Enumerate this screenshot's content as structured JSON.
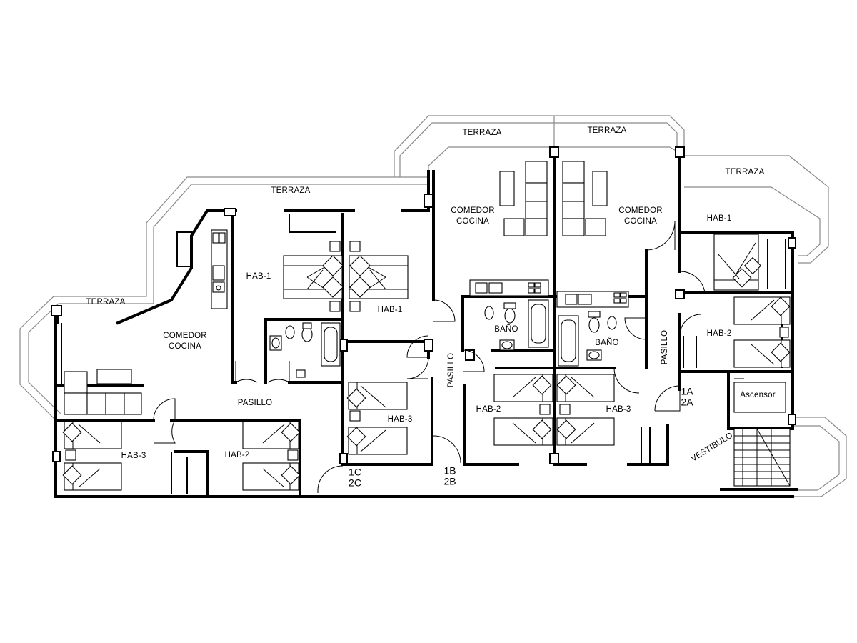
{
  "labels": {
    "terraza_left": "TERRAZA",
    "terraza_top_center": "TERRAZA",
    "terraza_top_a": "TERRAZA",
    "terraza_top_b": "TERRAZA",
    "terraza_right": "TERRAZA",
    "comedor_c_line1": "COMEDOR",
    "comedor_c_line2": "COCINA",
    "comedor_b_line1": "COMEDOR",
    "comedor_b_line2": "COCINA",
    "comedor_a_line1": "COMEDOR",
    "comedor_a_line2": "COCINA",
    "hab1_c": "HAB-1",
    "hab1_b": "HAB-1",
    "hab1_a": "HAB-1",
    "hab2_c": "HAB-2",
    "hab2_b": "HAB-2",
    "hab2_a": "HAB-2",
    "hab3_c": "HAB-3",
    "hab3_b": "HAB-3",
    "hab3_a": "HAB-3",
    "pasillo_c": "PASILLO",
    "pasillo_b": "PASILLO",
    "pasillo_a": "PASILLO",
    "bano_b": "BAÑO",
    "bano_a": "BAÑO",
    "unit_c_line1": "1C",
    "unit_c_line2": "2C",
    "unit_b_line1": "1B",
    "unit_b_line2": "2B",
    "unit_a_line1": "1A",
    "unit_a_line2": "2A",
    "ascensor": "Ascensor",
    "vestibulo": "VESTIBULO"
  }
}
